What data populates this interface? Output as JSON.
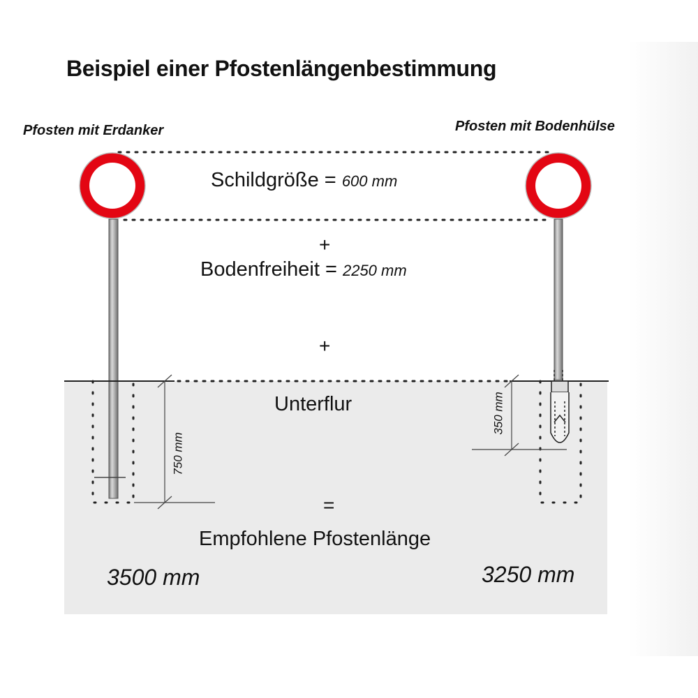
{
  "title": "Beispiel einer Pfostenlängenbestimmung",
  "left_post": {
    "label": "Pfosten mit Erdanker",
    "underground_dimension": "750 mm",
    "recommended_length": "3500 mm"
  },
  "right_post": {
    "label": "Pfosten mit Bodenhülse",
    "underground_dimension": "350 mm",
    "recommended_length": "3250 mm"
  },
  "formula": {
    "sign_size_label": "Schildgröße =",
    "sign_size_value": "600 mm",
    "plus_1": "+",
    "clearance_label": "Bodenfreiheit =",
    "clearance_value": "2250 mm",
    "plus_2": "+",
    "underground_label": "Unterflur",
    "equals": "=",
    "result_label": "Empfohlene Pfostenlänge"
  },
  "colors": {
    "sign_red": "#e30613",
    "ground_fill": "#ebebeb",
    "line": "#222222"
  }
}
